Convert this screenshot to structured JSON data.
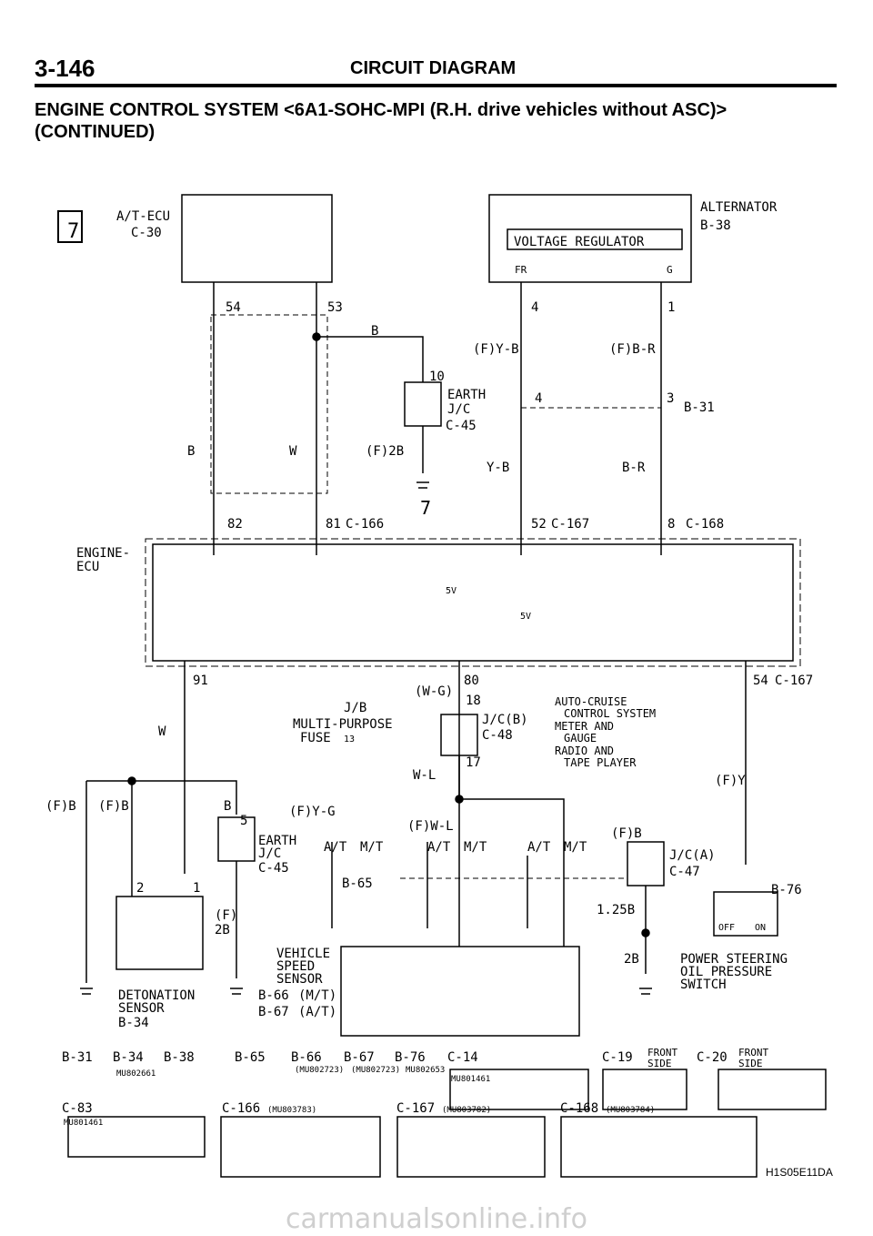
{
  "header": {
    "page_number": "3-146",
    "section": "CIRCUIT DIAGRAM",
    "subtitle_line1": "ENGINE CONTROL SYSTEM <6A1-SOHC-MPI (R.H. drive vehicles without ASC)>",
    "subtitle_line2": "(CONTINUED)"
  },
  "diagram": {
    "page_box": "7",
    "footer_code": "H1S05E11DA",
    "components": {
      "at_ecu": "A/T-ECU",
      "alternator": "ALTERNATOR",
      "voltage_regulator": "VOLTAGE REGULATOR",
      "engine_ecu_1": "ENGINE-",
      "engine_ecu_2": "ECU",
      "jb": "J/B",
      "multi_fuse_1": "MULTI-PURPOSE",
      "multi_fuse_2": "FUSE",
      "fuse_num": "13",
      "earth_jc_1": "EARTH",
      "earth_jc_2": "J/C",
      "jcb": "J/C(B)",
      "jca": "J/C(A)",
      "detonation_1": "DETONATION",
      "detonation_2": "SENSOR",
      "vss_1": "VEHICLE",
      "vss_2": "SPEED",
      "vss_3": "SENSOR",
      "ps_1": "POWER STEERING",
      "ps_2": "OIL PRESSURE",
      "ps_3": "SWITCH",
      "notes": [
        "AUTO-CRUISE",
        "CONTROL SYSTEM",
        "METER AND",
        "GAUGE",
        "RADIO AND",
        "TAPE PLAYER"
      ]
    },
    "connectors": {
      "c30": "C-30",
      "b38": "B-38",
      "c45": "C-45",
      "b31": "B-31",
      "c166": "C-166",
      "c167": "C-167",
      "c168": "C-168",
      "c48": "C-48",
      "c47": "C-47",
      "b76": "B-76",
      "b65": "B-65",
      "b66": "B-66",
      "b67": "B-67",
      "b34": "B-34",
      "c14": "C-14",
      "c19": "C-19",
      "c20": "C-20",
      "c83": "C-83"
    },
    "pins": {
      "p54": "54",
      "p53": "53",
      "p4": "4",
      "p1": "1",
      "p10": "10",
      "p3": "3",
      "p82": "82",
      "p81": "81",
      "p52": "52",
      "p8": "8",
      "p91": "91",
      "p80": "80",
      "p18": "18",
      "p17": "17",
      "p5": "5",
      "p2": "2"
    },
    "wires": {
      "b": "B",
      "w": "W",
      "fyb": "(F)Y-B",
      "fbr": "(F)B-R",
      "f2b": "(F)2B",
      "yb": "Y-B",
      "br": "B-R",
      "wg": "(W-G)",
      "wl": "W-L",
      "fb": "(F)B",
      "fy": "(F)Y",
      "fyg": "(F)Y-G",
      "fwl": "(F)W-L",
      "f": "(F)",
      "twob": "2B",
      "b125": "1.25B"
    },
    "misc": {
      "fr": "FR",
      "g": "G",
      "v5": "5V",
      "off": "OFF",
      "on": "ON",
      "at": "A/T",
      "mt": "M/T",
      "mt_tag": "(M/T)",
      "at_tag": "(A/T)",
      "front_side": "FRONT",
      "front_side2": "SIDE",
      "c": "C",
      "one": "1"
    },
    "part_numbers": {
      "mu802661": "MU802661",
      "mu802723": "(MU802723)",
      "mu802653": "MU802653",
      "mu801461": "MU801461",
      "mu803783": "(MU803783)",
      "mu803782": "(MU803782)",
      "mu803784": "(MU803784)"
    }
  },
  "watermark": "carmanualsonline.info"
}
